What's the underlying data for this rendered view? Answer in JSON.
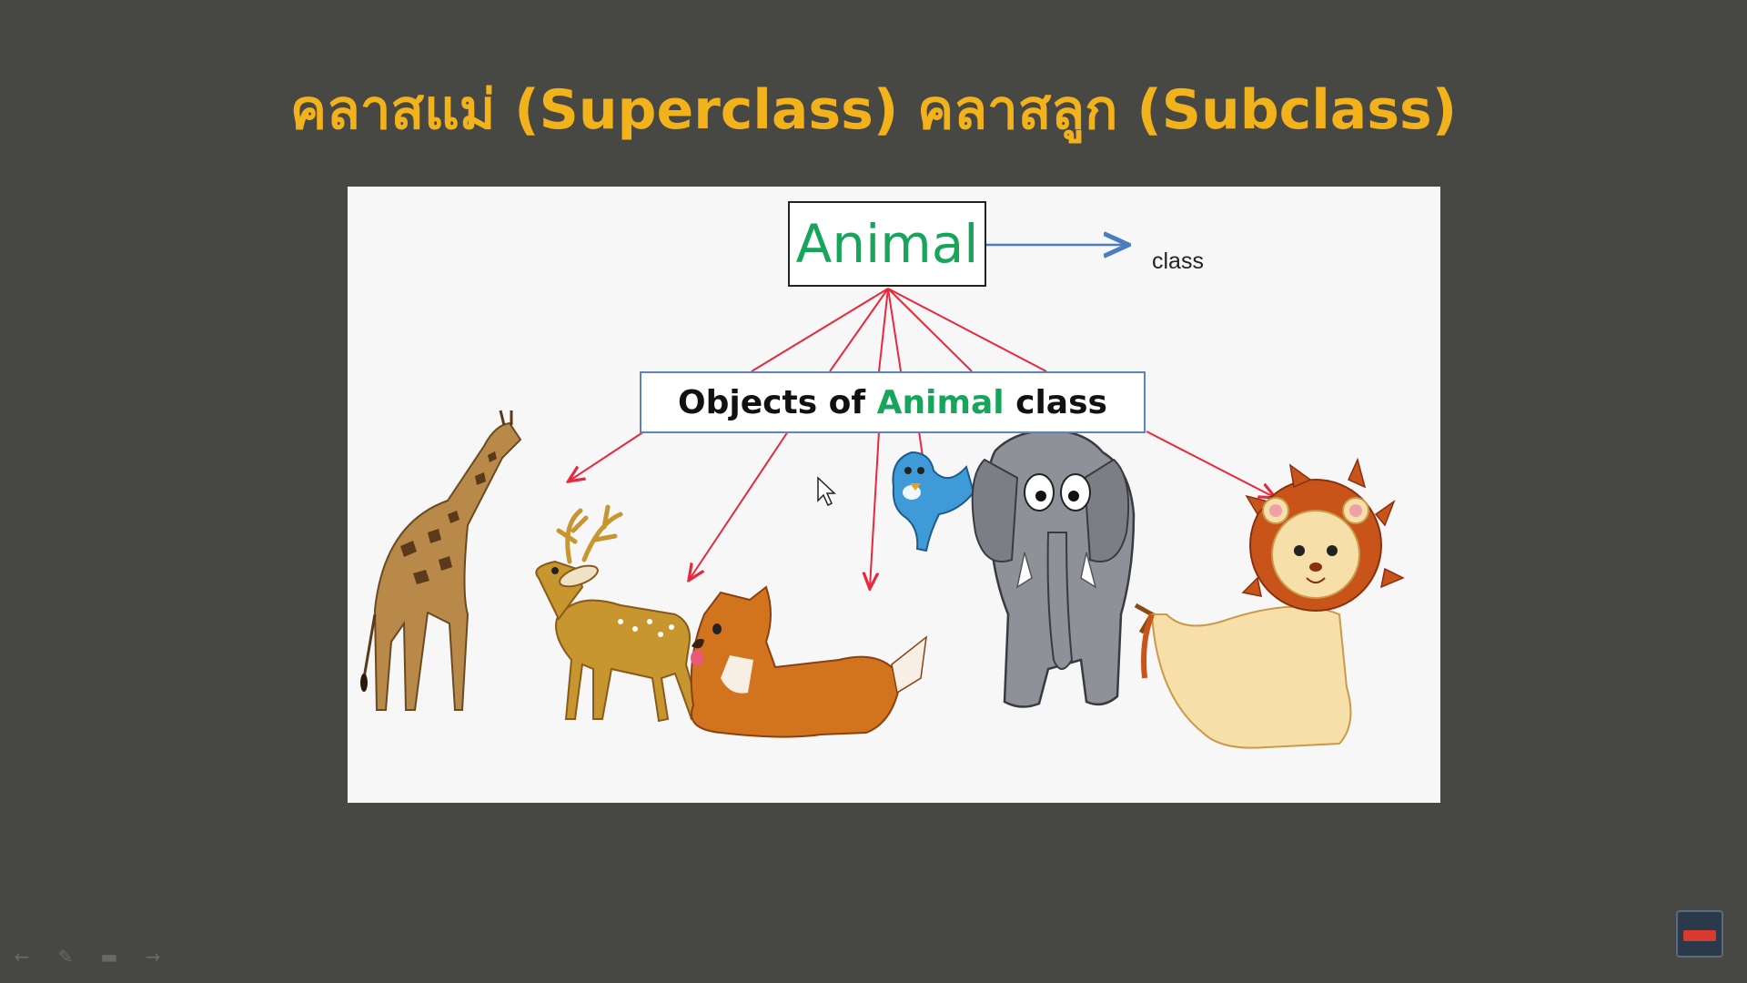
{
  "slide": {
    "title": "คลาสแม่ (Superclass) คลาสลูก (Subclass)"
  },
  "diagram": {
    "class_box": "Animal",
    "class_label": "class",
    "objects_box": {
      "prefix": "Objects of ",
      "highlight": "Animal",
      "suffix": " class"
    },
    "objects": [
      "giraffe",
      "deer",
      "dog",
      "bird",
      "elephant",
      "lion"
    ],
    "colors": {
      "class_text": "#17a55c",
      "arrow_red": "#e8283c",
      "arrow_blue": "#4a7cc0",
      "objects_border": "#5a84c4"
    }
  },
  "toolbar": {
    "icons": [
      "previous-slide-icon",
      "pen-icon",
      "slide-view-icon",
      "next-slide-icon"
    ]
  },
  "corner_badge": {
    "icon": "channel-subscribe-icon"
  }
}
